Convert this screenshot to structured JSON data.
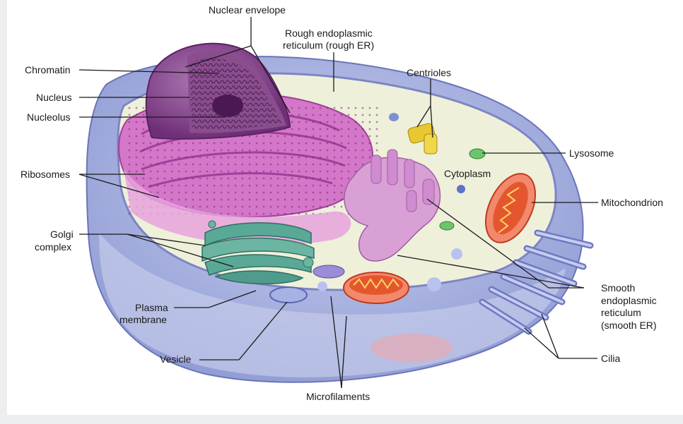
{
  "labels": {
    "nuclear_envelope": "Nuclear envelope",
    "rough_er_1": "Rough endoplasmic",
    "rough_er_2": "reticulum (rough ER)",
    "centrioles": "Centrioles",
    "chromatin": "Chromatin",
    "nucleus": "Nucleus",
    "nucleolus": "Nucleolus",
    "ribosomes": "Ribosomes",
    "lysosome": "Lysosome",
    "cytoplasm": "Cytoplasm",
    "mitochondrion": "Mitochondrion",
    "golgi_1": "Golgi",
    "golgi_2": "complex",
    "smooth_er_1": "Smooth",
    "smooth_er_2": "endoplasmic",
    "smooth_er_3": "reticulum",
    "smooth_er_4": "(smooth ER)",
    "plasma_1": "Plasma",
    "plasma_2": "membrane",
    "vesicle": "Vesicle",
    "cilia": "Cilia",
    "microfilaments": "Microfilaments"
  },
  "colors": {
    "cell_base": "#a9b3df",
    "cytoplasm": "#eef0da",
    "nucleus": "#8e4a92",
    "rough_er": "#c85bbf",
    "golgi": "#4f9b8c",
    "smooth_er": "#cf8ccf",
    "mitochondrion": "#e4572e",
    "centriole": "#e8c832",
    "lysosome": "#57b357",
    "vesicle": "#7f8fd6"
  }
}
